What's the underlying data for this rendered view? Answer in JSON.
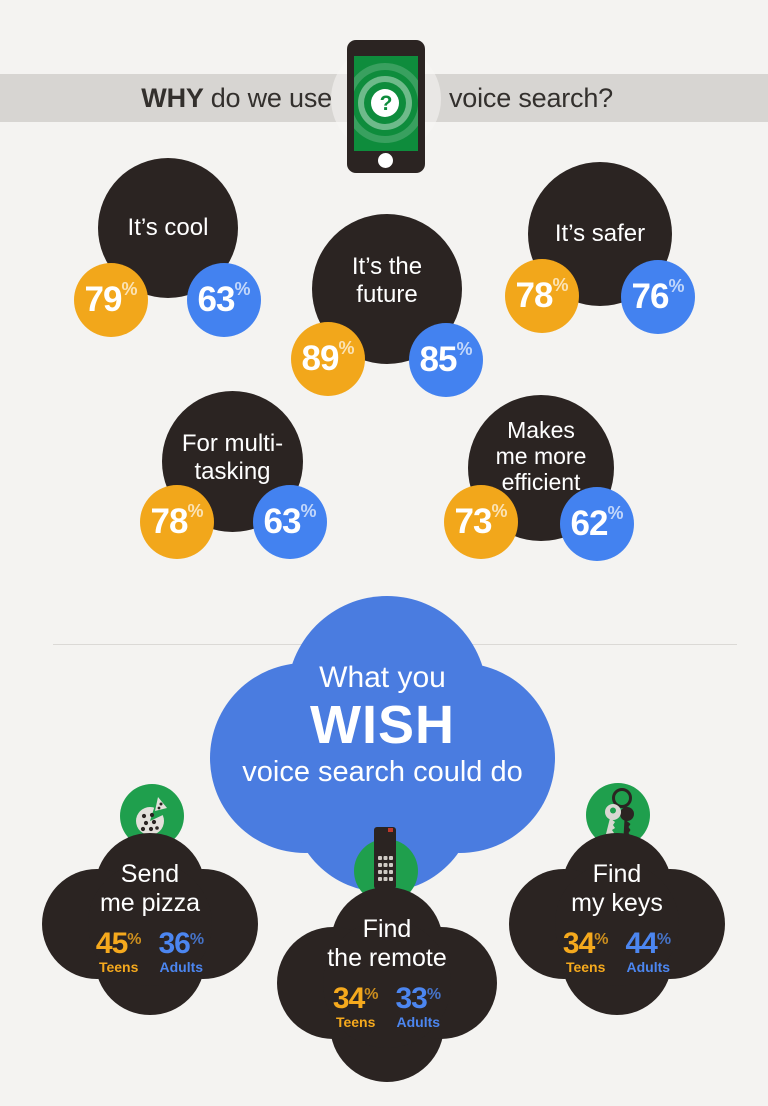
{
  "header": {
    "title_bold": "WHY",
    "title_rest": "do we use",
    "title_right": "voice search?",
    "phone_question_mark": "?"
  },
  "percent_sign": "%",
  "legend": {
    "teens": "Teens",
    "adults": "Adults"
  },
  "colors": {
    "teens_orange": "#f2a71b",
    "adults_blue": "#4382f0",
    "dark": "#2b2422",
    "cloud_blue": "#4a7ce0",
    "icon_green": "#1f9f4d",
    "band_gray": "#d7d5d2",
    "background": "#f4f3f1"
  },
  "reasons": [
    {
      "lines": [
        "It’s cool"
      ],
      "teens": 79,
      "adults": 63
    },
    {
      "lines": [
        "It’s the",
        "future"
      ],
      "teens": 89,
      "adults": 85
    },
    {
      "lines": [
        "It’s safer"
      ],
      "teens": 78,
      "adults": 76
    },
    {
      "lines": [
        "For multi-",
        "tasking"
      ],
      "teens": 78,
      "adults": 63
    },
    {
      "lines": [
        "Makes",
        "me more",
        "efficient"
      ],
      "teens": 73,
      "adults": 62
    }
  ],
  "wish_header": {
    "line1": "What you",
    "line2": "WISH",
    "line3": "voice search could do"
  },
  "wishes": [
    {
      "icon": "pizza-icon",
      "lines": [
        "Send",
        "me pizza"
      ],
      "teens": 45,
      "adults": 36
    },
    {
      "icon": "remote-icon",
      "lines": [
        "Find",
        "the remote"
      ],
      "teens": 34,
      "adults": 33
    },
    {
      "icon": "keys-icon",
      "lines": [
        "Find",
        "my keys"
      ],
      "teens": 34,
      "adults": 44
    }
  ],
  "chart_data": [
    {
      "type": "bar",
      "title": "WHY do we use voice search?",
      "categories": [
        "It’s cool",
        "It’s the future",
        "It’s safer",
        "For multi-tasking",
        "Makes me more efficient"
      ],
      "series": [
        {
          "name": "Teens",
          "values": [
            79,
            89,
            78,
            78,
            73
          ]
        },
        {
          "name": "Adults",
          "values": [
            63,
            85,
            76,
            63,
            62
          ]
        }
      ],
      "unit": "%",
      "legend_position": "none"
    },
    {
      "type": "bar",
      "title": "What you WISH voice search could do",
      "categories": [
        "Send me pizza",
        "Find the remote",
        "Find my keys"
      ],
      "series": [
        {
          "name": "Teens",
          "values": [
            45,
            34,
            34
          ]
        },
        {
          "name": "Adults",
          "values": [
            36,
            33,
            44
          ]
        }
      ],
      "unit": "%",
      "legend_position": "below-values"
    }
  ]
}
